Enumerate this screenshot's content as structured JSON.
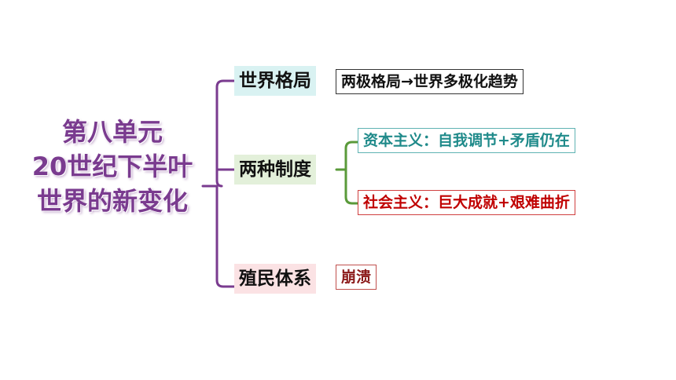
{
  "title": {
    "line1": "第八单元",
    "line2": "20世纪下半叶",
    "line3": "世界的新变化"
  },
  "branches": [
    {
      "label": "世界格局",
      "bg": "#d9f2f2",
      "detail": {
        "text": "两极格局→世界多极化趋势",
        "color": "#111111",
        "border": "#333333"
      }
    },
    {
      "label": "两种制度",
      "bg": "#e3f0da",
      "sub": [
        {
          "text": "资本主义：自我调节+矛盾仍在",
          "color": "#1f8a8a",
          "border": "#5fb3b3"
        },
        {
          "text": "社会主义：巨大成就+艰难曲折",
          "color": "#c00000",
          "border": "#d04040"
        }
      ]
    },
    {
      "label": "殖民体系",
      "bg": "#fbe2e4",
      "detail": {
        "text": "崩溃",
        "color": "#8b1a1a",
        "border": "#c0504d"
      }
    }
  ],
  "colors": {
    "main_connector": "#7a3b8f",
    "sub_connector": "#5a9a3a"
  }
}
